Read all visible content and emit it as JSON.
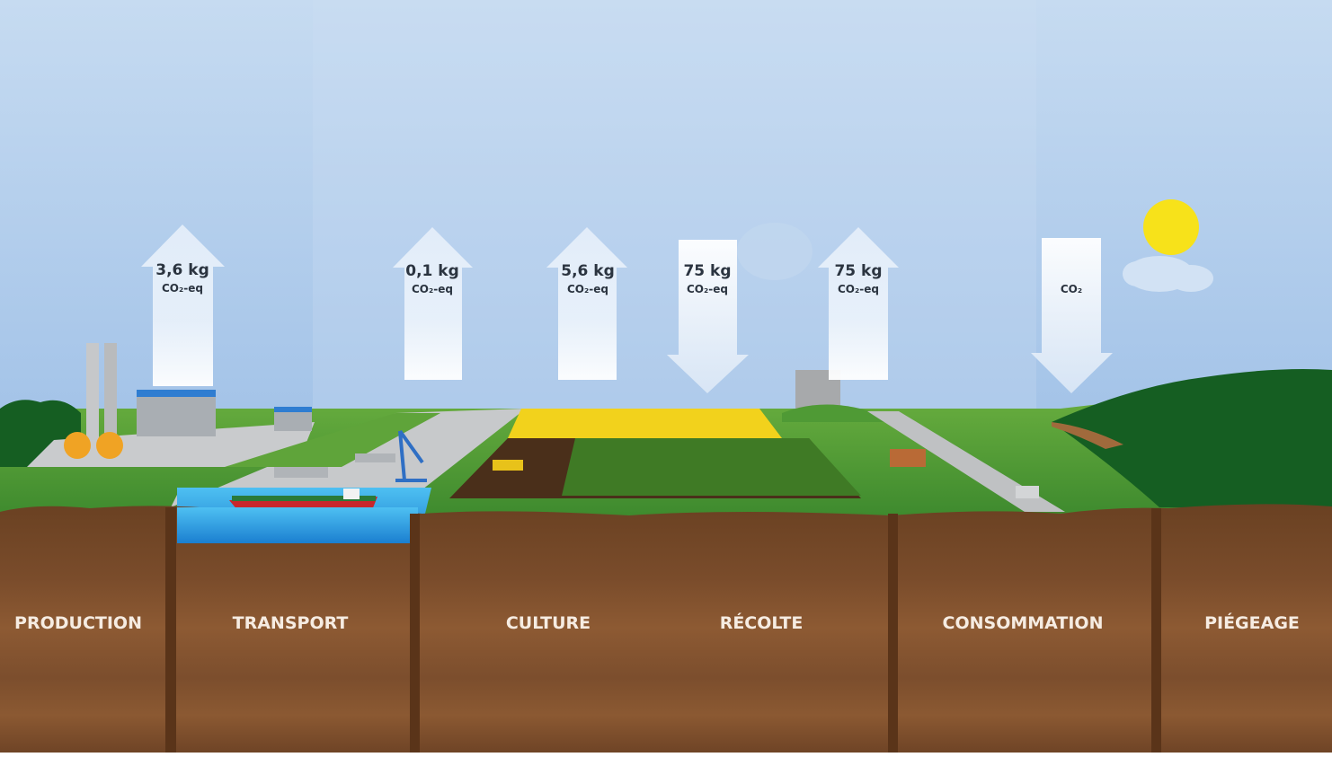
{
  "stages": [
    {
      "label": "PRODUCTION"
    },
    {
      "label": "TRANSPORT"
    },
    {
      "label": "CULTURE"
    },
    {
      "label": "RÉCOLTE"
    },
    {
      "label": "CONSOMMATION"
    },
    {
      "label": "PIÉGEAGE"
    }
  ],
  "arrows": [
    {
      "direction": "up",
      "value": "3,6 kg",
      "unit": "CO₂-eq"
    },
    {
      "direction": "up",
      "value": "0,1 kg",
      "unit": "CO₂-eq"
    },
    {
      "direction": "up",
      "value": "5,6 kg",
      "unit": "CO₂-eq"
    },
    {
      "direction": "down",
      "value": "75 kg",
      "unit": "CO₂-eq"
    },
    {
      "direction": "up",
      "value": "75 kg",
      "unit": "CO₂-eq"
    },
    {
      "direction": "down",
      "value": "",
      "unit": "CO₂"
    }
  ],
  "colors": {
    "sky_top": "#c6dbf1",
    "sky_bottom": "#a6c6ea",
    "grass": "#5fa43a",
    "soil": "#7a4d2c",
    "water": "#2f9be0",
    "sun": "#f7e21a",
    "forest": "#155e22"
  }
}
